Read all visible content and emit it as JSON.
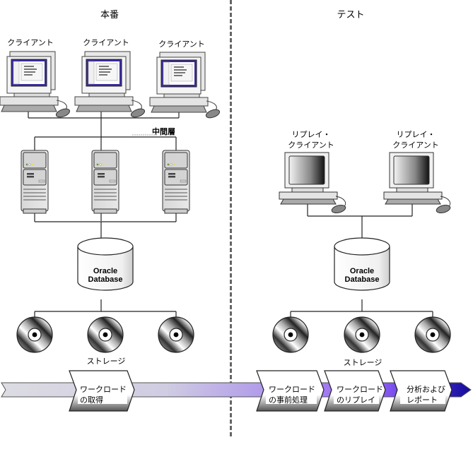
{
  "production": {
    "title": "本番",
    "client_label": "クライアント",
    "clients_count": 3,
    "middle_tier_label": "中間層",
    "servers_count": 3,
    "database_label_line1": "Oracle",
    "database_label_line2": "Database",
    "storage_label": "ストレージ",
    "storage_count": 3
  },
  "test": {
    "title": "テスト",
    "replay_client_line1": "リプレイ・",
    "replay_client_line2": "クライアント",
    "replay_clients_count": 2,
    "database_label_line1": "Oracle",
    "database_label_line2": "Database",
    "storage_label": "ストレージ",
    "storage_count": 3
  },
  "workflow": {
    "steps": [
      {
        "line1": "ワークロード",
        "line2": "の取得"
      },
      {
        "line1": "ワークロード",
        "line2": "の事前処理"
      },
      {
        "line1": "ワークロード",
        "line2": "のリプレイ"
      },
      {
        "line1": "分析および",
        "line2": "レポート"
      }
    ],
    "colors": {
      "band_start": "#d8d8e0",
      "band_mid": "#b6a6e8",
      "band_end": "#9a66f4",
      "arrow_dark": "#1a10a0",
      "arrow_mid": "#5a3ce0"
    }
  },
  "colors": {
    "screen_frame": "#3a2c9a",
    "divider": "#666666",
    "line": "#333333"
  }
}
